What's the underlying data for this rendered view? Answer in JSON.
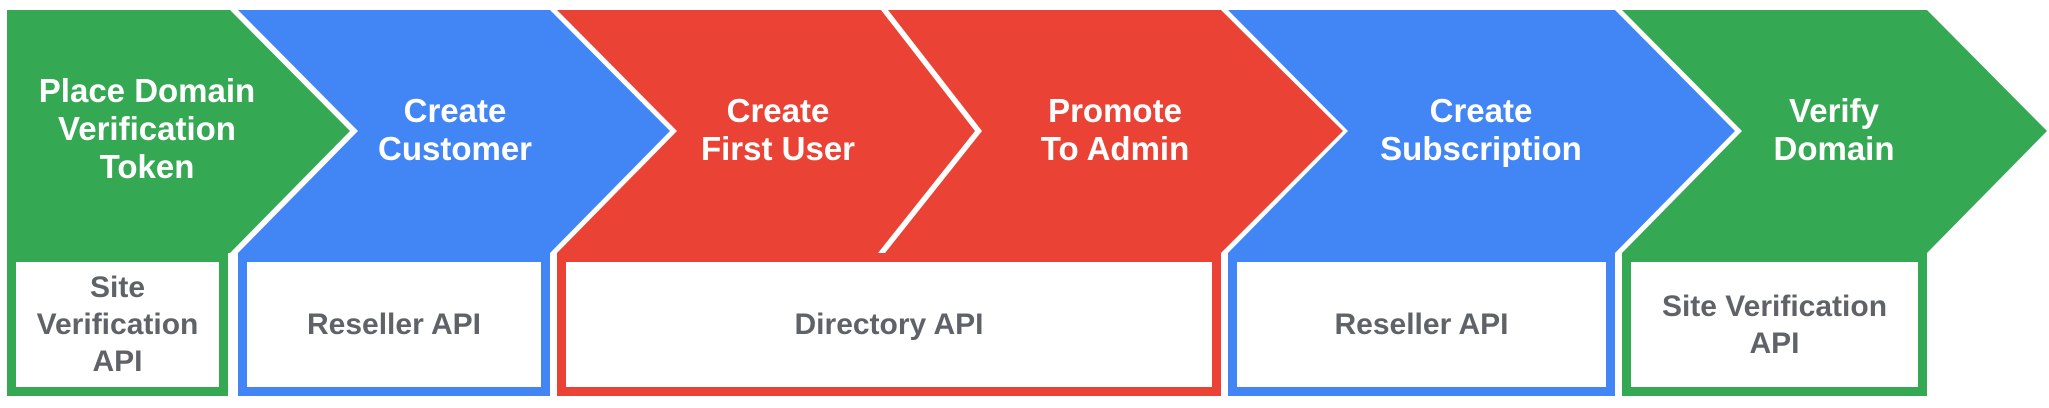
{
  "colors": {
    "green": "#34A853",
    "blue": "#4285F4",
    "red": "#EA4335",
    "api_text_gray": "#5F6368",
    "arrow_text_white": "#FFFFFF"
  },
  "steps": [
    {
      "id": "place-domain-verification-token",
      "label": "Place Domain Verification Token",
      "lines": [
        "Place Domain",
        "Verification",
        "Token"
      ],
      "color": "#34A853"
    },
    {
      "id": "create-customer",
      "label": "Create Customer",
      "lines": [
        "Create",
        "Customer"
      ],
      "color": "#4285F4"
    },
    {
      "id": "create-first-user",
      "label": "Create First User",
      "lines": [
        "Create",
        "First User"
      ],
      "color": "#EA4335"
    },
    {
      "id": "promote-to-admin",
      "label": "Promote To Admin",
      "lines": [
        "Promote",
        "To Admin"
      ],
      "color": "#EA4335"
    },
    {
      "id": "create-subscription",
      "label": "Create Subscription",
      "lines": [
        "Create",
        "Subscription"
      ],
      "color": "#4285F4"
    },
    {
      "id": "verify-domain",
      "label": "Verify Domain",
      "lines": [
        "Verify",
        "Domain"
      ],
      "color": "#34A853"
    }
  ],
  "api_boxes": [
    {
      "id": "site-verification-api-1",
      "label": "Site Verification API",
      "color": "#34A853"
    },
    {
      "id": "reseller-api-1",
      "label": "Reseller API",
      "color": "#4285F4"
    },
    {
      "id": "directory-api",
      "label": "Directory API",
      "color": "#EA4335"
    },
    {
      "id": "reseller-api-2",
      "label": "Reseller API",
      "color": "#4285F4"
    },
    {
      "id": "site-verification-api-2",
      "label": "Site Verification API",
      "color": "#34A853"
    }
  ]
}
